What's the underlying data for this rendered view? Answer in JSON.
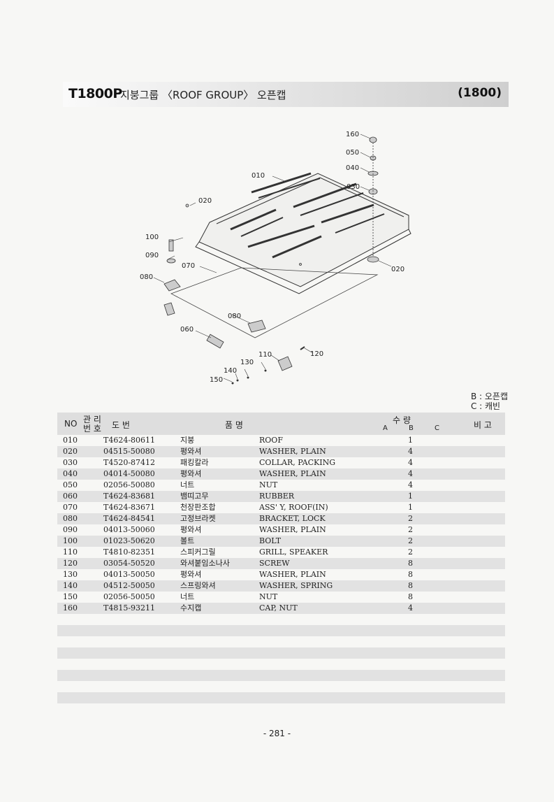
{
  "header": {
    "model": "T1800P",
    "title": "지붕그룹 〈ROOF GROUP〉 오픈캡",
    "code": "(1800)"
  },
  "diagram_labels": {
    "l160": "160",
    "l050": "050",
    "l040": "040",
    "l030": "030",
    "l010": "010",
    "l020a": "020",
    "l020b": "020",
    "l100": "100",
    "l090": "090",
    "l070": "070",
    "l080a": "080",
    "l080b": "080",
    "l060": "060",
    "l110": "110",
    "l120": "120",
    "l130": "130",
    "l140": "140",
    "l150": "150"
  },
  "legend": {
    "b": "B : 오픈캡",
    "c": "C : 캐빈"
  },
  "table_header": {
    "no": "NO",
    "mgmt_top": "관 리",
    "mgmt_bottom": "번 호",
    "drawing": "도     번",
    "name": "품                  명",
    "qty": "수     량",
    "a": "A",
    "b": "B",
    "c": "C",
    "remark": "비 고"
  },
  "rows": [
    {
      "no": "010",
      "part": "T4624-80611",
      "kr": "지붕",
      "en": "ROOF",
      "qty": "1"
    },
    {
      "no": "020",
      "part": "04515-50080",
      "kr": "평와셔",
      "en": "WASHER, PLAIN",
      "qty": "4"
    },
    {
      "no": "030",
      "part": "T4520-87412",
      "kr": "패킹칼라",
      "en": "COLLAR, PACKING",
      "qty": "4"
    },
    {
      "no": "040",
      "part": "04014-50080",
      "kr": "평와셔",
      "en": "WASHER, PLAIN",
      "qty": "4"
    },
    {
      "no": "050",
      "part": "02056-50080",
      "kr": "너트",
      "en": "NUT",
      "qty": "4"
    },
    {
      "no": "060",
      "part": "T4624-83681",
      "kr": "뱀띠고무",
      "en": "RUBBER",
      "qty": "1"
    },
    {
      "no": "070",
      "part": "T4624-83671",
      "kr": "천장판조합",
      "en": "ASS' Y, ROOF(IN)",
      "qty": "1"
    },
    {
      "no": "080",
      "part": "T4624-84541",
      "kr": "고정브라켓",
      "en": "BRACKET, LOCK",
      "qty": "2"
    },
    {
      "no": "090",
      "part": "04013-50060",
      "kr": "평와셔",
      "en": "WASHER, PLAIN",
      "qty": "2"
    },
    {
      "no": "100",
      "part": "01023-50620",
      "kr": "볼트",
      "en": "BOLT",
      "qty": "2"
    },
    {
      "no": "110",
      "part": "T4810-82351",
      "kr": "스피커그릴",
      "en": "GRILL, SPEAKER",
      "qty": "2"
    },
    {
      "no": "120",
      "part": "03054-50520",
      "kr": "와셔붙임소나사",
      "en": "SCREW",
      "qty": "8"
    },
    {
      "no": "130",
      "part": "04013-50050",
      "kr": "평와셔",
      "en": "WASHER, PLAIN",
      "qty": "8"
    },
    {
      "no": "140",
      "part": "04512-50050",
      "kr": "스프링와셔",
      "en": "WASHER, SPRING",
      "qty": "8"
    },
    {
      "no": "150",
      "part": "02056-50050",
      "kr": "너트",
      "en": "NUT",
      "qty": "8"
    },
    {
      "no": "160",
      "part": "T4815-93211",
      "kr": "수지캡",
      "en": "CAP, NUT",
      "qty": "4"
    }
  ],
  "page_number": "- 281 -"
}
